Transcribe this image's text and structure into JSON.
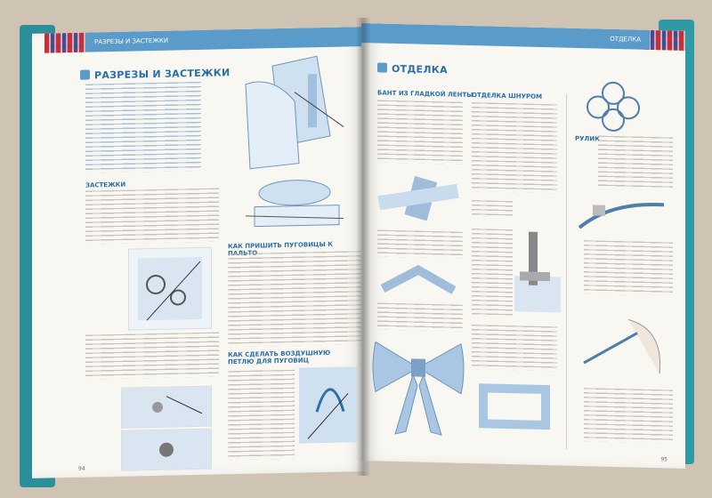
{
  "left_page": {
    "header_label": "РАЗРЕЗЫ И ЗАСТЕЖКИ",
    "section_title": "РАЗРЕЗЫ И ЗАСТЕЖКИ",
    "subheads": [
      "ЗАСТЕЖКИ",
      "КАК ПРИШИТЬ ПУГОВИЦЫ К ПАЛЬТО",
      "КАК СДЕЛАТЬ ВОЗДУШНУЮ ПЕТЛЮ ДЛЯ ПУГОВИЦ"
    ],
    "page_number": "94"
  },
  "right_page": {
    "header_label": "ОТДЕЛКА",
    "section_title": "ОТДЕЛКА",
    "subheads": [
      "БАНТ ИЗ ГЛАДКОЙ ЛЕНТЫ",
      "ОТДЕЛКА ШНУРОМ",
      "РУЛИК"
    ],
    "page_number": "95"
  },
  "colors": {
    "accent": "#5a9bc9",
    "heading": "#2a6fa8",
    "cover": "#2c8e9a"
  }
}
